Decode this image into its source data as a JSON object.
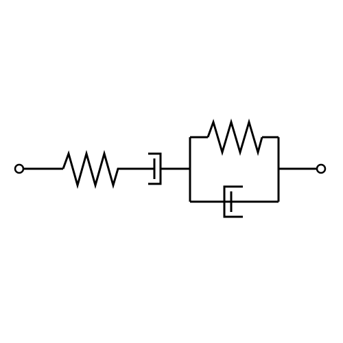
{
  "diagram": {
    "kind": "burgers-model-mechanical-circuit",
    "description_visible_text": "",
    "stroke_color": "#000000",
    "background_color": "#ffffff",
    "elements": [
      {
        "id": "left-terminal",
        "type": "terminal"
      },
      {
        "id": "series-spring",
        "type": "spring"
      },
      {
        "id": "series-dashpot",
        "type": "dashpot"
      },
      {
        "id": "parallel-spring",
        "type": "spring"
      },
      {
        "id": "parallel-dashpot",
        "type": "dashpot"
      },
      {
        "id": "right-terminal",
        "type": "terminal"
      }
    ]
  }
}
